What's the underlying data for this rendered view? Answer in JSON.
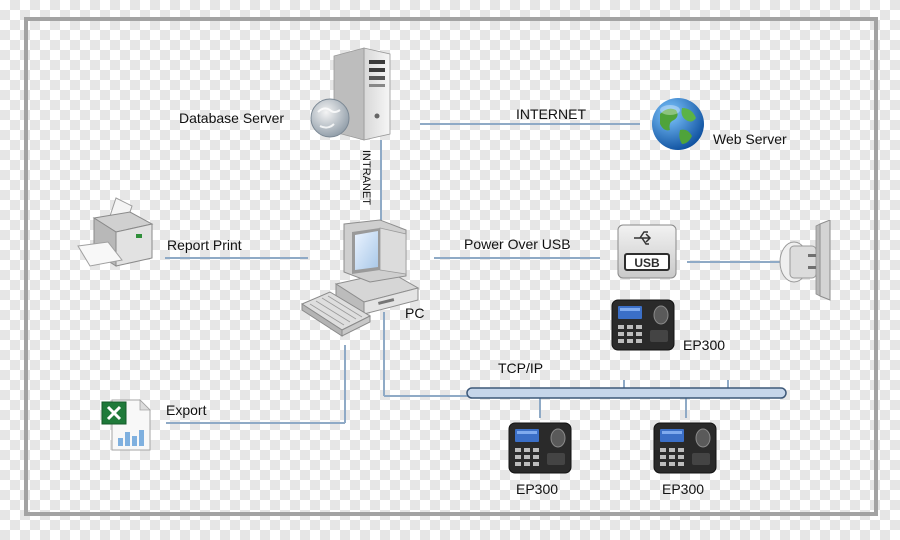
{
  "labels": {
    "database_server": "Database Server",
    "internet": "INTERNET",
    "web_server": "Web Server",
    "intranet": "INTRANET",
    "report_print": "Report Print",
    "power_over_usb": "Power Over USB",
    "pc": "PC",
    "ep300_top": "EP300",
    "tcp_ip": "TCP/IP",
    "export": "Export",
    "ep300_left": "EP300",
    "ep300_right": "EP300",
    "usb_badge": "USB"
  },
  "colors": {
    "link_line": "#8faac6",
    "bus_fill": "#c6d6ea",
    "bus_stroke": "#3d5878",
    "frame": "#a3a3a3"
  },
  "icons": [
    "server-tower-icon",
    "globe-icon",
    "printer-icon",
    "desktop-pc-icon",
    "keyboard-icon",
    "usb-port-icon",
    "wall-plug-icon",
    "excel-spreadsheet-icon",
    "fingerprint-terminal-icon"
  ]
}
